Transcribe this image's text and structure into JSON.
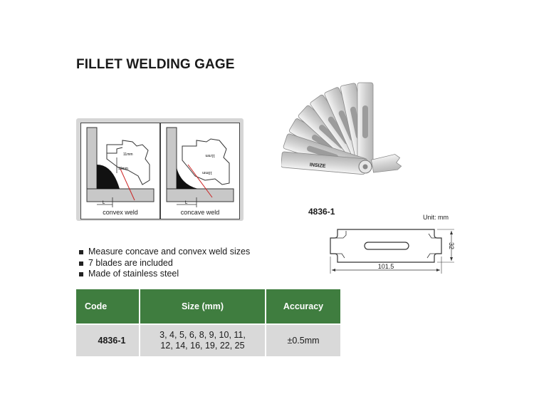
{
  "title": "FILLET WELDING GAGE",
  "diagram": {
    "left_caption": "convex weld",
    "right_caption": "concave weld",
    "left_label_upper": "11mm",
    "left_label_lower": "10mm",
    "right_label_upper": "11mm",
    "right_label_lower": "10mm",
    "leg_label": "L"
  },
  "product": {
    "model": "4836-1",
    "brand_mark": "INSIZE"
  },
  "dimension_drawing": {
    "unit": "Unit: mm",
    "length": "101.5",
    "height": "32"
  },
  "features": [
    "Measure concave and convex weld sizes",
    "7 blades are included",
    "Made of stainless steel"
  ],
  "table": {
    "headers": {
      "code": "Code",
      "size": "Size (mm)",
      "accuracy": "Accuracy"
    },
    "rows": [
      {
        "code": "4836-1",
        "size_line1": "3, 4, 5, 6, 8, 9, 10, 11,",
        "size_line2": "12, 14, 16, 19, 22, 25",
        "accuracy": "±0.5mm"
      }
    ]
  },
  "colors": {
    "table_header": "#3f7d3f",
    "table_body": "#d9d9d9",
    "diagram_frame": "#d6d6d6",
    "weld_fill": "#111111",
    "indicator_line": "#cc2222"
  }
}
